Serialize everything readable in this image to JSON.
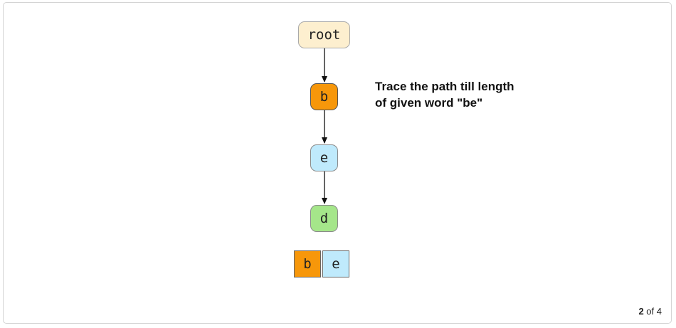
{
  "trie": {
    "root_label": "root",
    "nodes": [
      {
        "label": "b",
        "color": "#f7970a"
      },
      {
        "label": "e",
        "color": "#bfeafc"
      },
      {
        "label": "d",
        "color": "#a5e68a"
      }
    ]
  },
  "caption": {
    "line1": "Trace the path till length",
    "line2": "of given word \"be\""
  },
  "word_cells": [
    {
      "letter": "b",
      "color": "#f7970a"
    },
    {
      "letter": "e",
      "color": "#bfeafc"
    }
  ],
  "pagination": {
    "current": "2",
    "separator": "of",
    "total": "4"
  }
}
